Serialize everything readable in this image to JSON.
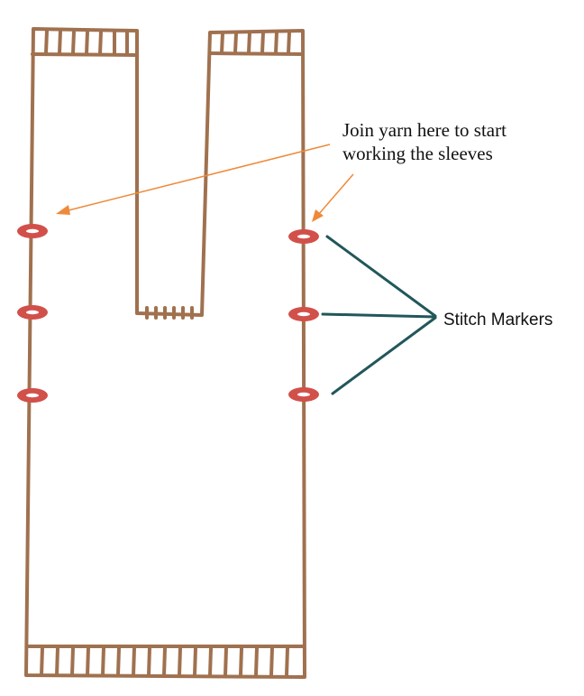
{
  "annotations": {
    "join_yarn_line1": "Join yarn here to start",
    "join_yarn_line2": "working the sleeves",
    "stitch_markers": "Stitch Markers"
  },
  "colors": {
    "outline": "#a0714f",
    "marker": "#d2504a",
    "arrow": "#ee8a3a",
    "pointer_line": "#22575a",
    "text": "#111111"
  },
  "stitch_markers": {
    "left_count": 3,
    "right_count": 3
  }
}
